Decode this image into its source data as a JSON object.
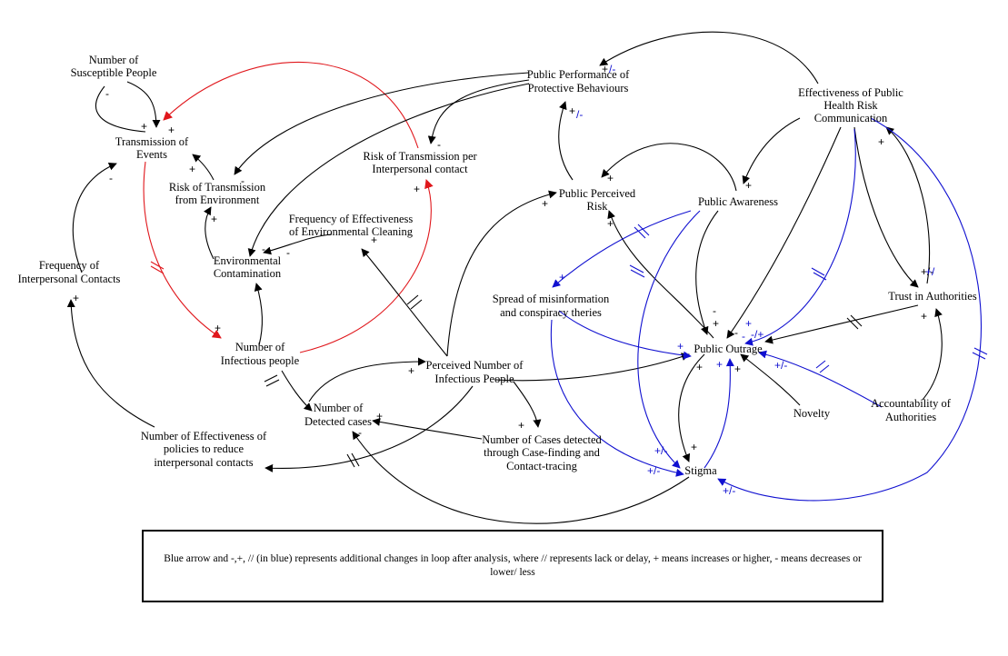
{
  "colors": {
    "causal": "#000000",
    "added": "#1010d0",
    "highlight": "#e0171c"
  },
  "nodes": {
    "susceptible": [
      "Number of",
      "Susceptible People"
    ],
    "transmission_events": [
      "Transmission of",
      "Events"
    ],
    "risk_env": [
      "Risk of Transmission",
      "from Environment"
    ],
    "risk_contact": [
      "Risk of Transmission per",
      "Interpersonal contact"
    ],
    "ppb": [
      "Public Performance of",
      "Protective Behaviours"
    ],
    "ephrc": [
      "Effectiveness of Public",
      "Health Risk",
      "Communication"
    ],
    "freq_contacts": [
      "Frequency of",
      "Interpersonal Contacts"
    ],
    "freq_cleaning": [
      "Frequency of Effectiveness",
      "of Environmental Cleaning"
    ],
    "env_contamination": [
      "Environmental",
      "Contamination"
    ],
    "infectious": [
      "Number of",
      "Infectious people"
    ],
    "perceived_infectious": [
      "Perceived Number of",
      "Infectious People"
    ],
    "detected": [
      "Number of",
      "Detected cases"
    ],
    "case_finding": [
      "Number of Cases detected",
      "through Case-finding and",
      "Contact-tracing"
    ],
    "policies": [
      "Number of Effectiveness of",
      "policies to reduce",
      "interpersonal contacts"
    ],
    "perceived_risk": [
      "Public Perceived",
      "Risk"
    ],
    "awareness": [
      "Public Awareness"
    ],
    "misinfo": [
      "Spread of misinformation",
      "and conspiracy theries"
    ],
    "outrage": [
      "Public Outrage"
    ],
    "trust": [
      "Trust in Authorities"
    ],
    "accountability": [
      "Accountability of",
      "Authorities"
    ],
    "novelty": [
      "Novelty"
    ],
    "stigma": [
      "Stigma"
    ]
  },
  "polarity_labels": [
    "+",
    "-",
    "+/-",
    "-/+",
    "/-",
    "+/"
  ],
  "legend": "Blue arrow and -,+, // (in blue) represents additional changes in loop after analysis, where // represents lack or delay, + means increases or higher, - means decreases or lower/ less"
}
